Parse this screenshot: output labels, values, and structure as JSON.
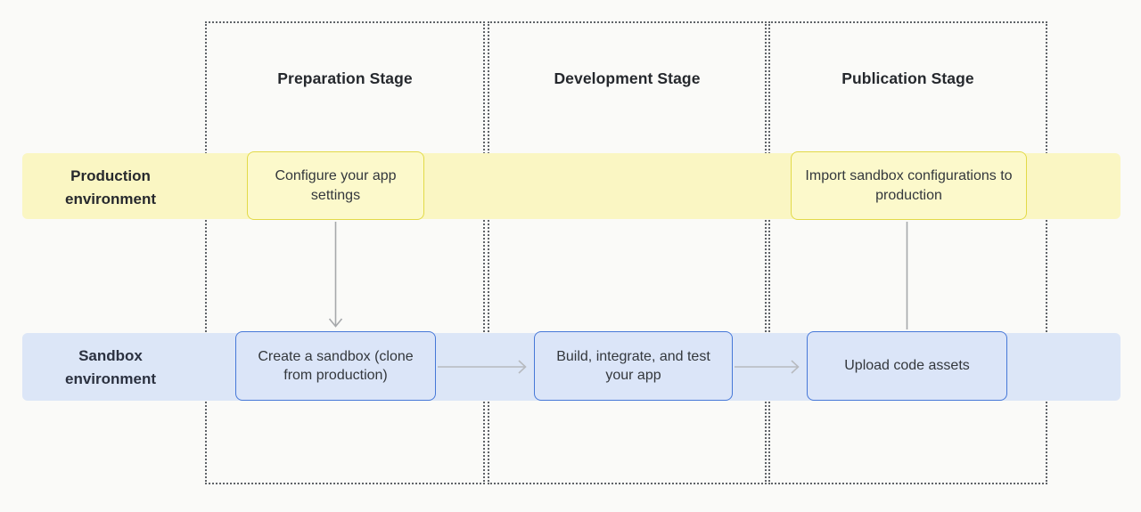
{
  "diagram": {
    "stages": [
      {
        "label": "Preparation Stage"
      },
      {
        "label": "Development Stage"
      },
      {
        "label": "Publication Stage"
      }
    ],
    "environments": [
      {
        "label_line1": "Production",
        "label_line2": "environment"
      },
      {
        "label_line1": "Sandbox",
        "label_line2": "environment"
      }
    ],
    "nodes": {
      "configure": "Configure your app settings",
      "import": "Import sandbox configurations to production",
      "create": "Create a sandbox (clone from production)",
      "build": "Build, integrate, and test your app",
      "upload": "Upload code assets"
    },
    "colors": {
      "production_band": "#faf6c3",
      "production_node_fill": "#fcf9cb",
      "production_node_border": "#e2da48",
      "sandbox_band": "#dce6f7",
      "sandbox_node_fill": "#dbe5f8",
      "sandbox_node_border": "#4678d8",
      "column_border": "#5f6368",
      "connector_vertical": "#a6a8ab",
      "connector_horizontal": "#b7babf",
      "background": "#fafaf8"
    }
  }
}
